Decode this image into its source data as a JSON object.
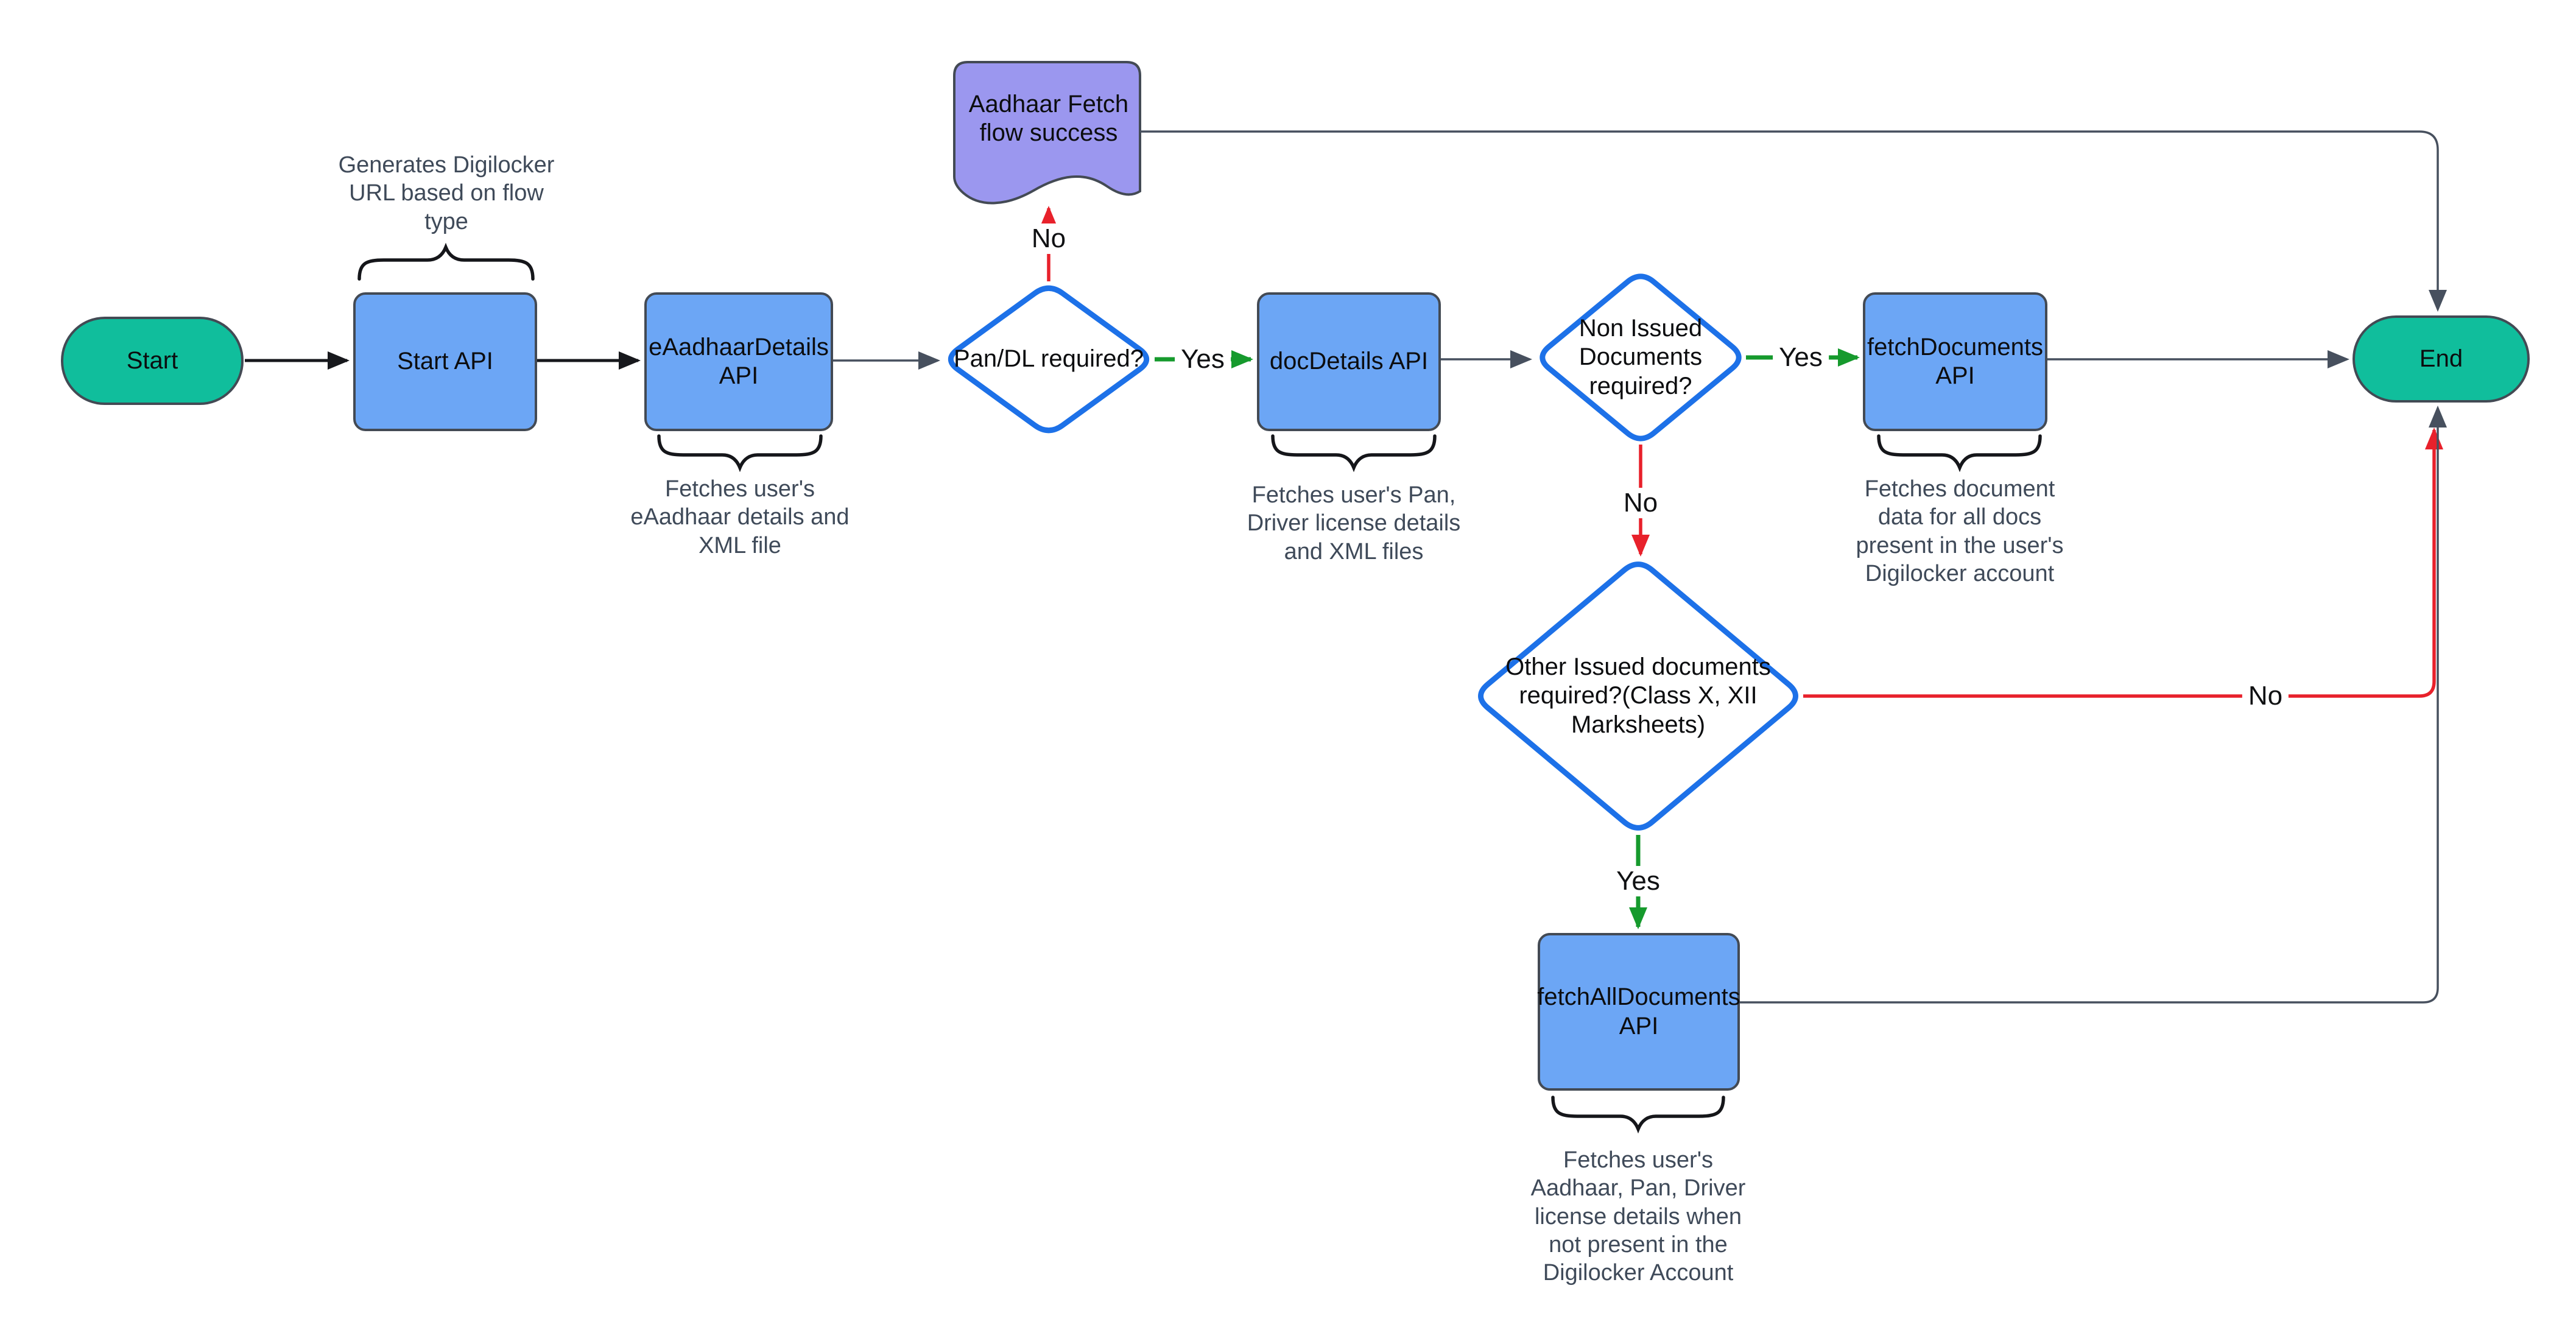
{
  "nodes": {
    "start": {
      "label": "Start",
      "type": "terminal"
    },
    "start_api": {
      "label": "Start API",
      "type": "process"
    },
    "eaadhaar_details_api": {
      "label": "eAadhaarDetails\nAPI",
      "type": "process"
    },
    "pan_dl_decision": {
      "label": "Pan/DL required?",
      "type": "decision"
    },
    "aadhaar_success": {
      "label": "Aadhaar Fetch\nflow success",
      "type": "document"
    },
    "docdetails_api": {
      "label": "docDetails API",
      "type": "process"
    },
    "non_issued_decision": {
      "label": "Non Issued\nDocuments\nrequired?",
      "type": "decision"
    },
    "fetchdocuments_api": {
      "label": "fetchDocuments\nAPI",
      "type": "process"
    },
    "other_issued_decision": {
      "label": "Other Issued documents\nrequired?(Class X, XII\nMarksheets)",
      "type": "decision"
    },
    "fetchalldocuments_api": {
      "label": "fetchAllDocuments\nAPI",
      "type": "process"
    },
    "end": {
      "label": "End",
      "type": "terminal"
    }
  },
  "edges": {
    "pan_dl_no": "No",
    "pan_dl_yes": "Yes",
    "non_issued_yes": "Yes",
    "non_issued_no": "No",
    "other_issued_no": "No",
    "other_issued_yes": "Yes"
  },
  "annotations": {
    "start_api": "Generates Digilocker\nURL based on flow\ntype",
    "eaadhaar_details_api": "Fetches user's\neAadhaar details and\nXML file",
    "docdetails_api": "Fetches user's Pan,\nDriver license details\nand XML files",
    "fetchdocuments_api": "Fetches document\ndata for all docs\npresent in the user's\nDigilocker account",
    "fetchalldocuments_api": "Fetches user's\nAadhaar, Pan, Driver\nlicense details when\nnot present in the\nDigilocker Account"
  },
  "colors": {
    "terminal_fill": "#10BE9C",
    "process_fill": "#6CA6F5",
    "document_fill": "#9B97EF",
    "decision_border": "#1D71E8",
    "yes_edge": "#169A2D",
    "no_edge": "#E8212B",
    "neutral_edge": "#47505E",
    "dark_edge": "#17181C",
    "shape_border": "#434A54",
    "annotation_text": "#3F4A59"
  }
}
